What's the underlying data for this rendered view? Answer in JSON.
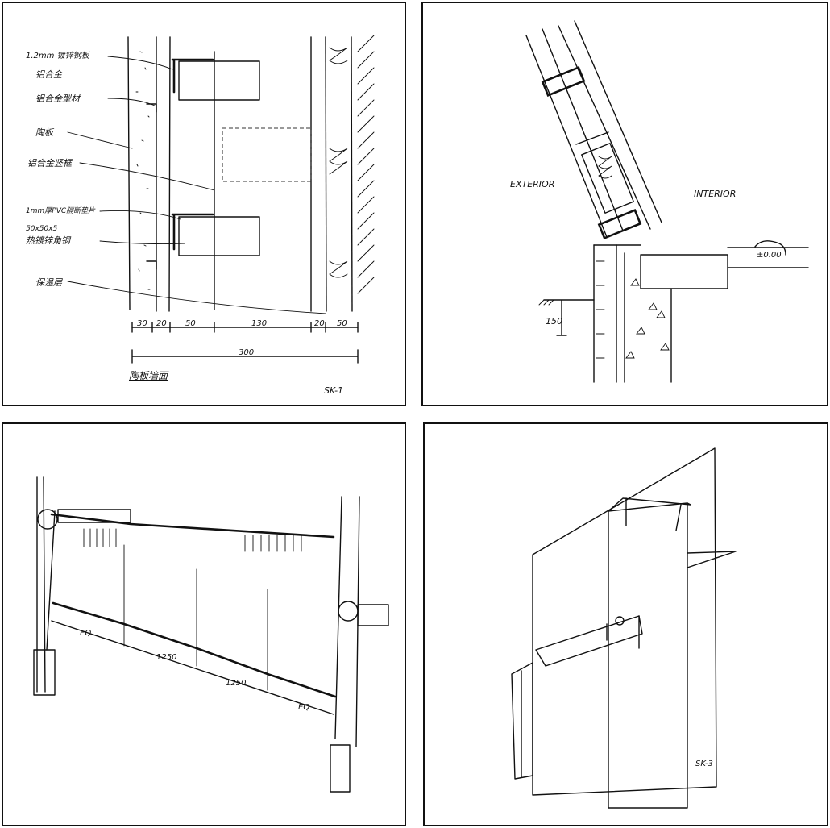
{
  "panels": [
    {
      "id": "sk1",
      "sheet_label": "SK-1",
      "caption": "陶板墙面",
      "labels": [
        "1.2mm 镀锌钢板",
        "铝合金",
        "铝合金型材",
        "陶板",
        "铝合金竖框",
        "1mm厚PVC隔断垫片",
        "50x50x5",
        "热镀锌角钢",
        "保温层"
      ],
      "dimensions": [
        "30",
        "20",
        "50",
        "130",
        "20",
        "50"
      ],
      "total_dimension": "300"
    },
    {
      "id": "section",
      "labels": {
        "exterior": "EXTERIOR",
        "interior": "INTERIOR",
        "level": "±0.00",
        "height": "150"
      }
    },
    {
      "id": "plan",
      "dimensions": [
        "EQ",
        "1250",
        "1250",
        "EQ"
      ]
    },
    {
      "id": "axonometric",
      "sheet_label": "SK-3"
    }
  ]
}
